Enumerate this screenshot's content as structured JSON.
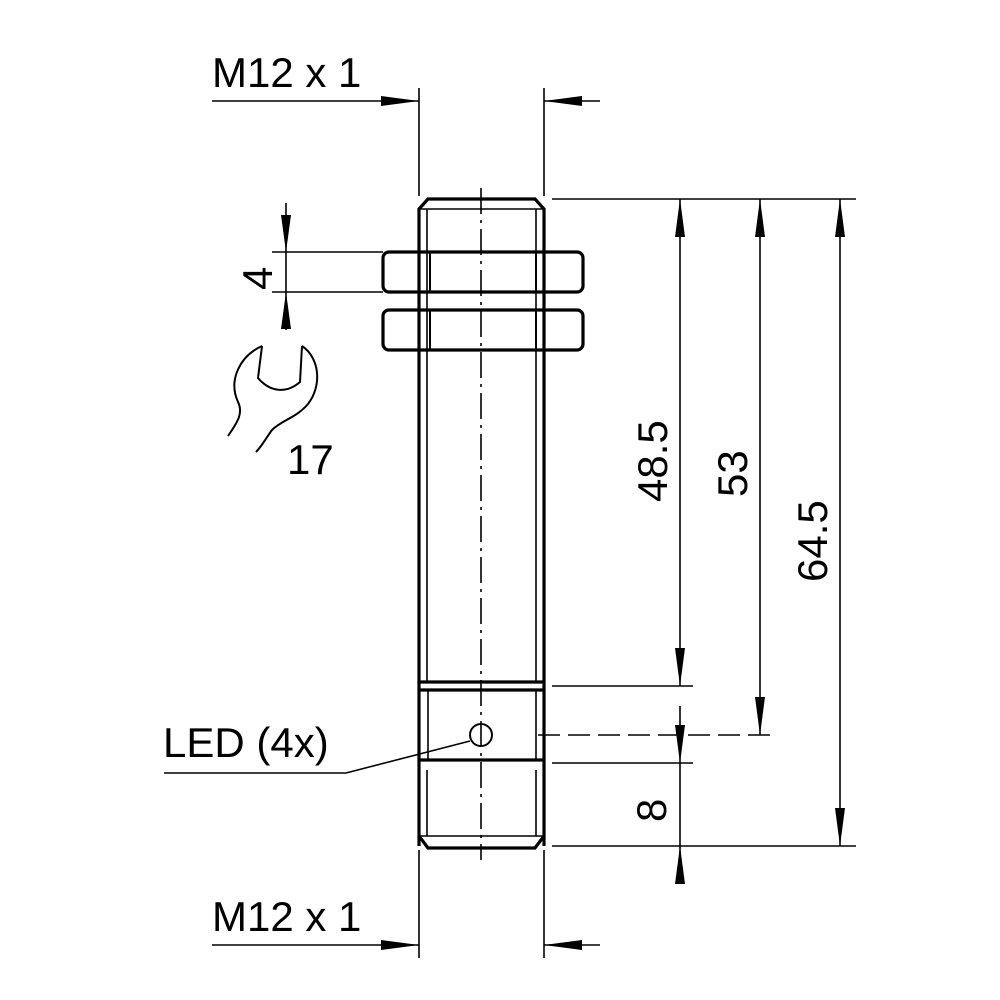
{
  "labels": {
    "thread_top": "M12 x 1",
    "thread_bottom": "M12 x 1",
    "nut_thickness": "4",
    "wrench_size": "17",
    "dim_48_5": "48.5",
    "dim_53": "53",
    "dim_64_5": "64.5",
    "dim_8": "8",
    "led": "LED (4x)"
  },
  "icons": {
    "wrench": "wrench-icon"
  },
  "colors": {
    "line": "#000000",
    "background": "#ffffff"
  }
}
